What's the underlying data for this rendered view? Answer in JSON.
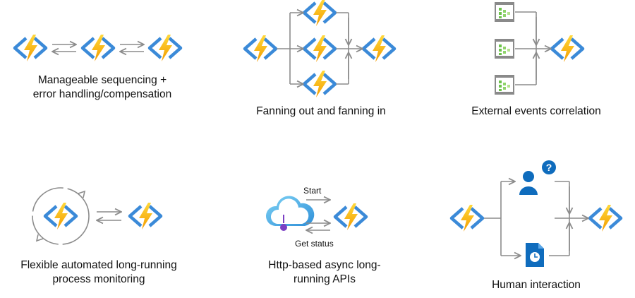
{
  "patterns": [
    {
      "id": "chaining",
      "caption": "Manageable sequencing +\nerror handling/compensation"
    },
    {
      "id": "fanout",
      "caption": "Fanning out and fanning in"
    },
    {
      "id": "external-events",
      "caption": "External events correlation"
    },
    {
      "id": "monitoring",
      "caption": "Flexible automated long-running\nprocess monitoring"
    },
    {
      "id": "async-http",
      "caption": "Http-based async long-\nrunning APIs",
      "start_label": "Start",
      "status_label": "Get status"
    },
    {
      "id": "human",
      "caption": "Human interaction"
    }
  ],
  "icons": {
    "function": "azure-function-icon",
    "event_hub": "event-hub-icon",
    "cloud": "http-cloud-icon",
    "person": "person-icon",
    "question": "question-icon",
    "document": "document-clock-icon"
  },
  "colors": {
    "chevron": "#3b8ad8",
    "bolt_top": "#ffd12a",
    "bolt_bottom": "#f5a000",
    "arrow": "#8c8c8c",
    "person": "#0f6cbd",
    "event_green": "#6cc24a"
  }
}
